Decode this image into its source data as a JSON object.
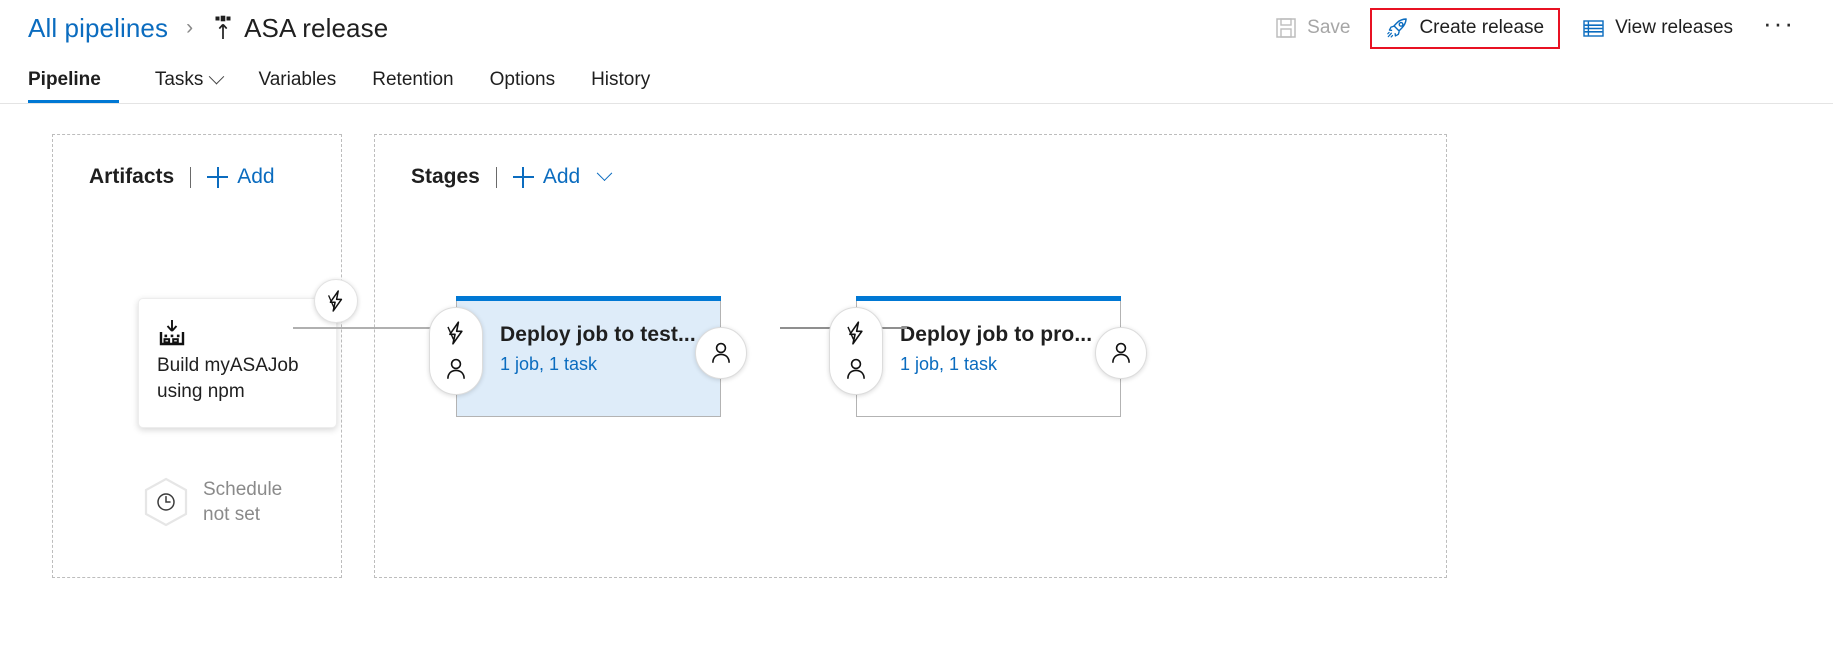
{
  "header": {
    "breadcrumb_root": "All pipelines",
    "breadcrumb_separator": "›",
    "pipeline_icon": "release-pipeline-icon",
    "title": "ASA release"
  },
  "toolbar": {
    "save": {
      "label": "Save",
      "icon": "save-icon",
      "disabled": true
    },
    "create_release": {
      "label": "Create release",
      "icon": "rocket-icon",
      "highlighted": true,
      "highlight_color": "#e81123"
    },
    "view_releases": {
      "label": "View releases",
      "icon": "list-icon"
    },
    "overflow": {
      "label": "···",
      "icon": "ellipsis-icon"
    }
  },
  "tabs": [
    {
      "label": "Pipeline",
      "active": true,
      "has_chevron": false
    },
    {
      "label": "Tasks",
      "active": false,
      "has_chevron": true
    },
    {
      "label": "Variables",
      "active": false,
      "has_chevron": false
    },
    {
      "label": "Retention",
      "active": false,
      "has_chevron": false
    },
    {
      "label": "Options",
      "active": false,
      "has_chevron": false
    },
    {
      "label": "History",
      "active": false,
      "has_chevron": false
    }
  ],
  "artifacts": {
    "title": "Artifacts",
    "add_label": "Add",
    "card": {
      "icon": "build-artifact-icon",
      "line1": "Build myASAJob",
      "line2": "using npm",
      "trigger_badge_icon": "lightning-bolt-icon"
    },
    "schedule": {
      "icon": "clock-icon",
      "line1": "Schedule",
      "line2": "not set"
    }
  },
  "stages": {
    "title": "Stages",
    "add_label": "Add",
    "has_add_chevron": true,
    "items": [
      {
        "name": "Deploy job to test...",
        "summary": "1 job, 1 task",
        "selected": true,
        "pre_deploy_icons": [
          "lightning-bolt-icon",
          "person-icon"
        ],
        "post_deploy_icons": [
          "person-icon"
        ]
      },
      {
        "name": "Deploy job to pro...",
        "summary": "1 job, 1 task",
        "selected": false,
        "pre_deploy_icons": [
          "lightning-bolt-icon",
          "person-icon"
        ],
        "post_deploy_icons": [
          "person-icon"
        ]
      }
    ]
  },
  "colors": {
    "accent": "#0078d4",
    "link": "#0b6cbf",
    "selected_stage_bg": "#deecf9",
    "highlight_box": "#e81123",
    "muted_text": "#8a8a8a"
  }
}
